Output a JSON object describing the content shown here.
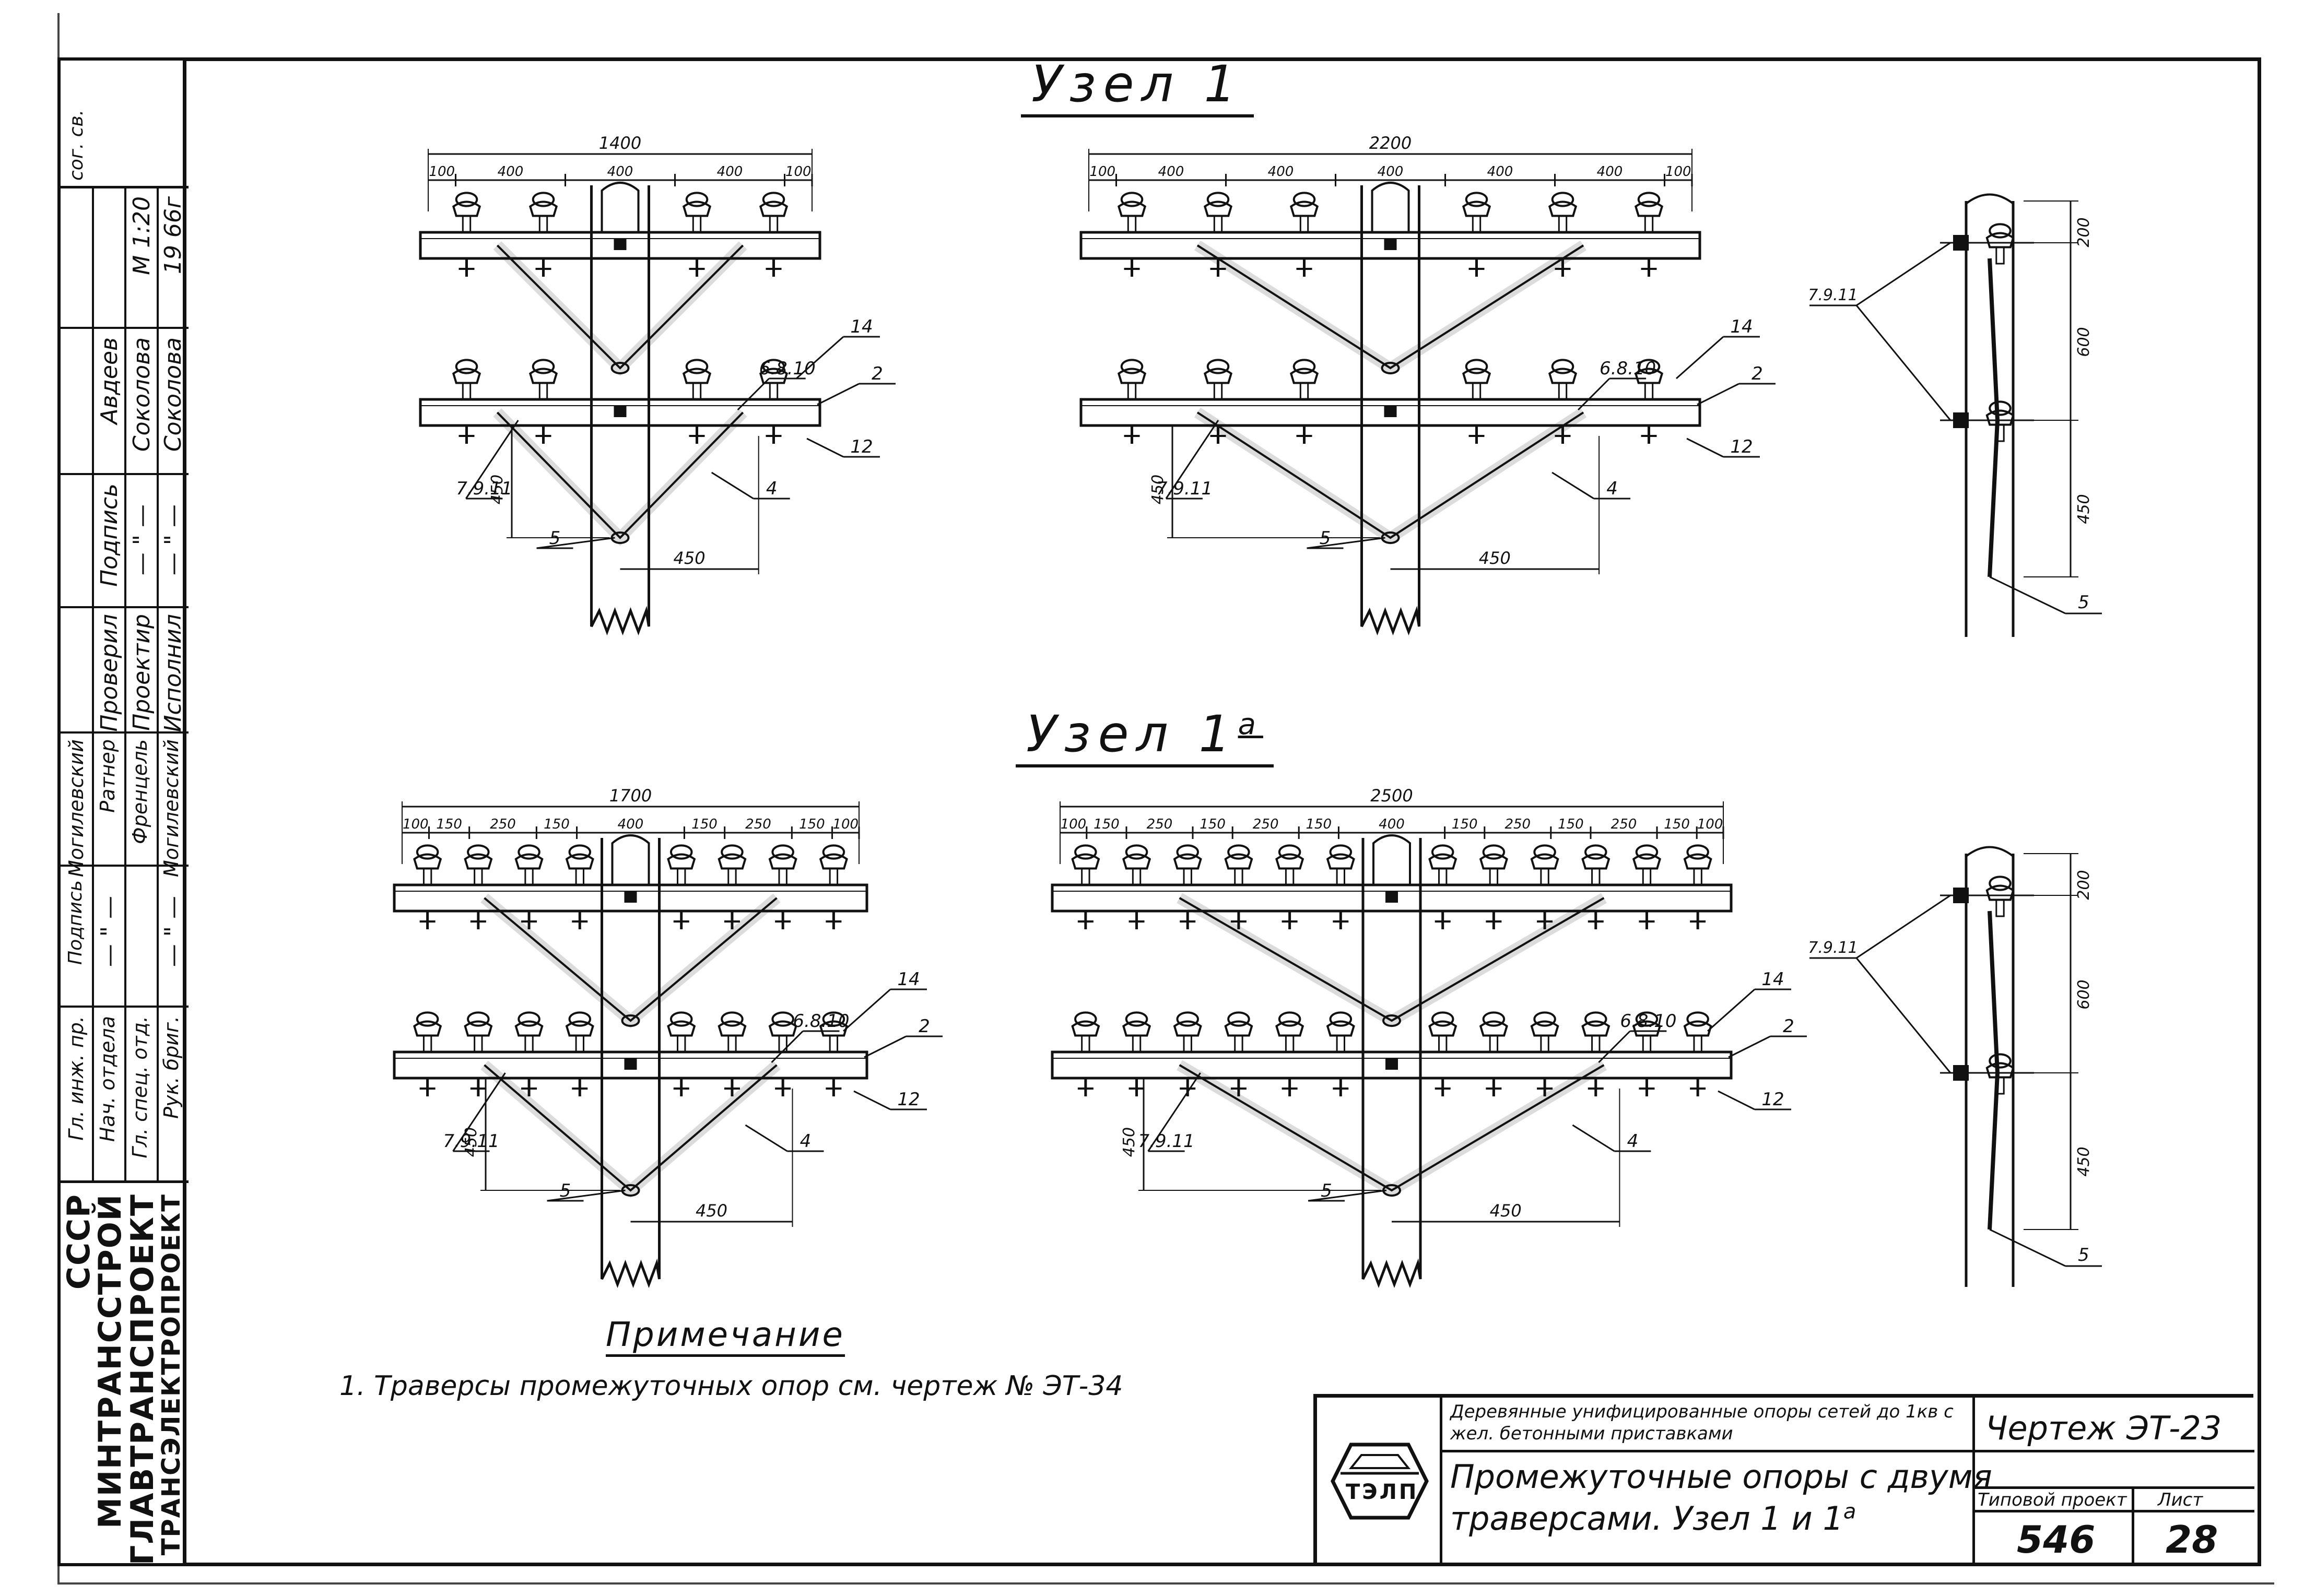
{
  "views": {
    "uzel1_title": "Узел 1",
    "uzel1a_title": "Узел 1",
    "uzel1a_superscript": "а"
  },
  "drawing_a": {
    "overall": "1400",
    "segments": [
      "100",
      "400",
      "400",
      "400",
      "100"
    ],
    "callouts": [
      "14",
      "2",
      "12",
      "4",
      "5",
      "6.8.10",
      "7.9.11"
    ],
    "dim_vertical": "450",
    "dim_horizontal": "450"
  },
  "drawing_b": {
    "overall": "2200",
    "segments": [
      "100",
      "400",
      "400",
      "400",
      "400",
      "400",
      "100"
    ],
    "callouts": [
      "14",
      "2",
      "12",
      "4",
      "5",
      "6.8.10",
      "7.9.11"
    ],
    "dim_vertical": "450",
    "dim_horizontal": "450"
  },
  "drawing_c": {
    "overall": "1700",
    "segments": [
      "100",
      "150",
      "250",
      "150",
      "400",
      "150",
      "250",
      "150",
      "100"
    ],
    "callouts": [
      "14",
      "2",
      "12",
      "4",
      "5",
      "6.8.10",
      "7.9.11"
    ],
    "dim_vertical": "450",
    "dim_horizontal": "450"
  },
  "drawing_d": {
    "overall": "2500",
    "segments": [
      "100",
      "150",
      "250",
      "150",
      "250",
      "150",
      "400",
      "150",
      "250",
      "150",
      "250",
      "150",
      "100"
    ],
    "callouts": [
      "14",
      "2",
      "12",
      "4",
      "5",
      "6.8.10",
      "7.9.11"
    ],
    "dim_vertical": "450",
    "dim_horizontal": "450"
  },
  "side_top": {
    "dims": [
      "200",
      "600",
      "450"
    ],
    "callouts": [
      "7.9.11",
      "5"
    ]
  },
  "side_bottom": {
    "dims": [
      "200",
      "600",
      "450"
    ],
    "callouts": [
      "7.9.11",
      "5"
    ]
  },
  "note": {
    "title": "Примечание",
    "text": "1. Траверсы промежуточных опор см. чертеж № ЭТ-34"
  },
  "stamp": {
    "org_line1": "СССР",
    "org_line2": "МИНТРАНССТРОЙ",
    "org_line3": "ГЛАВТРАНСПРОЕКТ",
    "org_line4": "ТРАНСЭЛЕКТРОПРОЕКТ",
    "roles": [
      "Гл. инж. пр.",
      "Нач. отдела",
      "Гл. спец. отд.",
      "Рук. бриг."
    ],
    "col_signature": "Подпись",
    "names": [
      "Могилевский",
      "Ратнер",
      "Френцель",
      "Могилевский"
    ],
    "col_check": "Проверил",
    "col_designer": "Проектир",
    "col_executor": "Исполнил",
    "sig_names": [
      "Авдеев",
      "Соколова",
      "Соколова"
    ],
    "scale": "М 1:20",
    "year": "19 66г",
    "corner_note": "сог. св."
  },
  "titleblock": {
    "series": "Деревянные унифицированные опоры сетей до 1кв с жел. бетонными приставками",
    "title_line1": "Промежуточные опоры с двумя",
    "title_line2": "траверсами. Узел 1 и 1",
    "title_sup": "а",
    "drawing_label": "Чертеж ЭТ-23",
    "project_label": "Типовой проект",
    "sheet_label": "Лист",
    "project_no": "546",
    "sheet_no": "28",
    "logo": "ТЭЛП"
  }
}
